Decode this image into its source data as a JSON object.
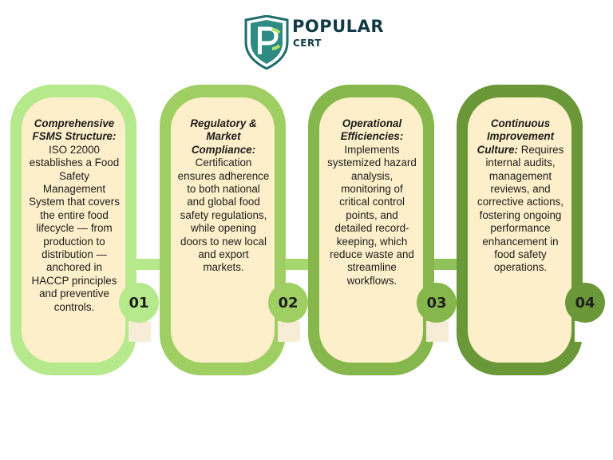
{
  "logo": {
    "icon": "pc-shield-logo",
    "name": "POPULAR",
    "sub": "CERT"
  },
  "colors": {
    "step1": "#b5e98b",
    "step2": "#9fcf63",
    "step3": "#86b74c",
    "step4": "#6a9838",
    "card": "#fdefc9",
    "arrow": "#a6d86f"
  },
  "steps": [
    {
      "number": "01",
      "title": "Comprehensive FSMS Structure:",
      "text": " ISO 22000 establishes a Food Safety Management System that covers the entire food lifecycle — from production to distribution — anchored in HACCP principles and preventive controls."
    },
    {
      "number": "02",
      "title": "Regulatory & Market Compliance:",
      "text": " Certification ensures adherence to both national and global food safety regulations, while opening doors to new local and export markets."
    },
    {
      "number": "03",
      "title": "Operational Efficiencies:",
      "text": " Implements systemized hazard analysis, monitoring of critical control points, and detailed record-keeping, which reduce waste and streamline workflows."
    },
    {
      "number": "04",
      "title": "Continuous Improvement Culture:",
      "text": " Requires internal audits, management reviews, and corrective actions, fostering ongoing performance enhancement in food safety operations."
    }
  ]
}
